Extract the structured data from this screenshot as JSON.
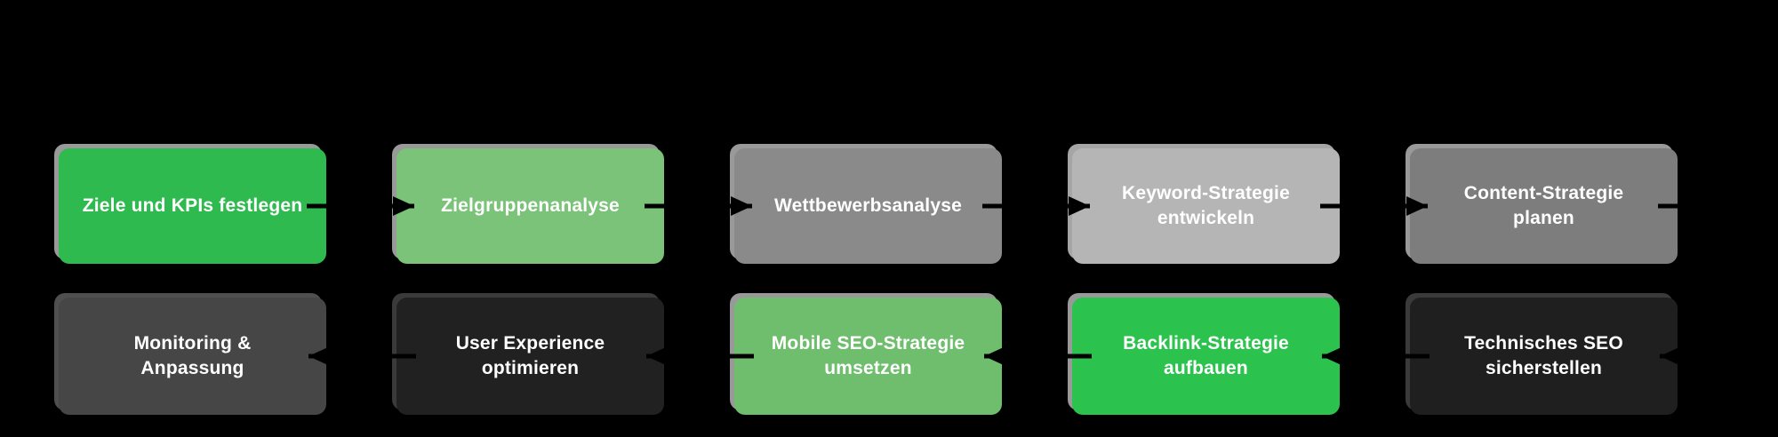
{
  "diagram": {
    "type": "process-flow",
    "flow_direction": "snake-left-to-right-then-right-to-left",
    "arrow_color": "#000000",
    "text_color": "#ffffff",
    "background_color": "#000000",
    "steps": [
      {
        "order": 1,
        "label": "Ziele und KPIs festlegen",
        "lines": [
          "Ziele und KPIs festlegen",
          ""
        ],
        "color": "#2eba4e",
        "edge": "#999999"
      },
      {
        "order": 2,
        "label": "Zielgruppenanalyse",
        "lines": [
          "Zielgruppenanalyse",
          ""
        ],
        "color": "#7ac379",
        "edge": "#999999"
      },
      {
        "order": 3,
        "label": "Wettbewerbsanalyse",
        "lines": [
          "Wettbewerbsanalyse",
          ""
        ],
        "color": "#8a8a8a",
        "edge": "#999999"
      },
      {
        "order": 4,
        "label": "Keyword-Strategie entwickeln",
        "lines": [
          "Keyword-Strategie",
          "entwickeln"
        ],
        "color": "#b5b5b5",
        "edge": "#a5a5a5"
      },
      {
        "order": 5,
        "label": "Content-Strategie planen",
        "lines": [
          "Content-Strategie",
          "planen"
        ],
        "color": "#7d7d7d",
        "edge": "#999999"
      },
      {
        "order": 6,
        "label": "Technisches SEO sicherstellen",
        "lines": [
          "Technisches SEO",
          "sicherstellen"
        ],
        "color": "#1f1f1f",
        "edge": "#3a3a3a"
      },
      {
        "order": 7,
        "label": "Backlink-Strategie aufbauen",
        "lines": [
          "Backlink-Strategie",
          "aufbauen"
        ],
        "color": "#2cc24e",
        "edge": "#999999"
      },
      {
        "order": 8,
        "label": "Mobile SEO-Strategie umsetzen",
        "lines": [
          "Mobile SEO-Strategie",
          "umsetzen"
        ],
        "color": "#6fbe6e",
        "edge": "#999999"
      },
      {
        "order": 9,
        "label": "User Experience optimieren",
        "lines": [
          "User Experience",
          "optimieren"
        ],
        "color": "#212121",
        "edge": "#3a3a3a"
      },
      {
        "order": 10,
        "label": "Monitoring & Anpassung",
        "lines": [
          "Monitoring &",
          "Anpassung"
        ],
        "color": "#464646",
        "edge": "#4f4f4f"
      }
    ]
  }
}
